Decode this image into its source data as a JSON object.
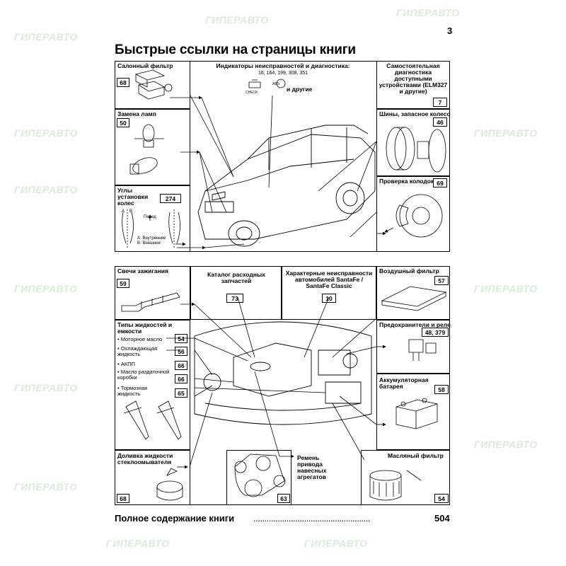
{
  "page": {
    "number": "3",
    "title": "Быстрые ссылки на страницы книги",
    "watermark": "ГИПЕРАВТО"
  },
  "top_section": {
    "cabin_filter": {
      "label": "Салонный фильтр",
      "page": "68"
    },
    "lamps": {
      "label": "Замена ламп",
      "page": "50"
    },
    "wheel_angles": {
      "label": "Углы установки колес",
      "page": "274",
      "front": "Перед",
      "a_label": "А: Внутреннее",
      "b_label": "В: Внешнее",
      "mark_a": "A",
      "mark_b": "B"
    },
    "indicators": {
      "label": "Индикаторы неисправностей и диагностика:",
      "pages": "16, 164, 199, 308, 351",
      "check": "CHECK",
      "abs": "ABS",
      "more": "и другие"
    },
    "self_diag": {
      "label": "Самостоятельная диагностика доступными устройствами (ELM327 и другие)",
      "page": "7"
    },
    "tires": {
      "label": "Шины, запасное колесо",
      "page": "46"
    },
    "brake_pads": {
      "label": "Проверка колодок",
      "page": "69"
    }
  },
  "bottom_section": {
    "spark_plugs": {
      "label": "Свечи зажигания",
      "page": "59"
    },
    "catalog": {
      "label": "Каталог расходных запчастей",
      "page": "73"
    },
    "faults": {
      "label": "Характерные неисправности автомобилей SantaFe / SantaFe Classic",
      "page": "10"
    },
    "air_filter": {
      "label": "Воздушный фильтр",
      "page": "57"
    },
    "fluids": {
      "label": "Типы жидкостей и емкости",
      "items": [
        {
          "label": "• Моторное масло",
          "page": "54"
        },
        {
          "label": "• Охлаждающая жидкость",
          "page": "56"
        },
        {
          "label": "• АКПП",
          "page": "66"
        },
        {
          "label": "• Масло раздаточной коробки",
          "page": "66"
        },
        {
          "label": "• Тормозная жидкость",
          "page": "65"
        }
      ]
    },
    "fuses": {
      "label": "Предохранители и реле",
      "page": "48, 379"
    },
    "battery": {
      "label": "Аккумуляторная батарея",
      "page": "58"
    },
    "washer": {
      "label": "Доливка жидкости стеклоомывателя",
      "page": "68"
    },
    "belt": {
      "label": "Ремень привода навесных агрегатов",
      "page": "63"
    },
    "oil_filter": {
      "label": "Масляный фильтр",
      "page": "54"
    }
  },
  "footer": {
    "label": "Полное содержание книги",
    "dots": ".....................................................",
    "page": "504"
  }
}
